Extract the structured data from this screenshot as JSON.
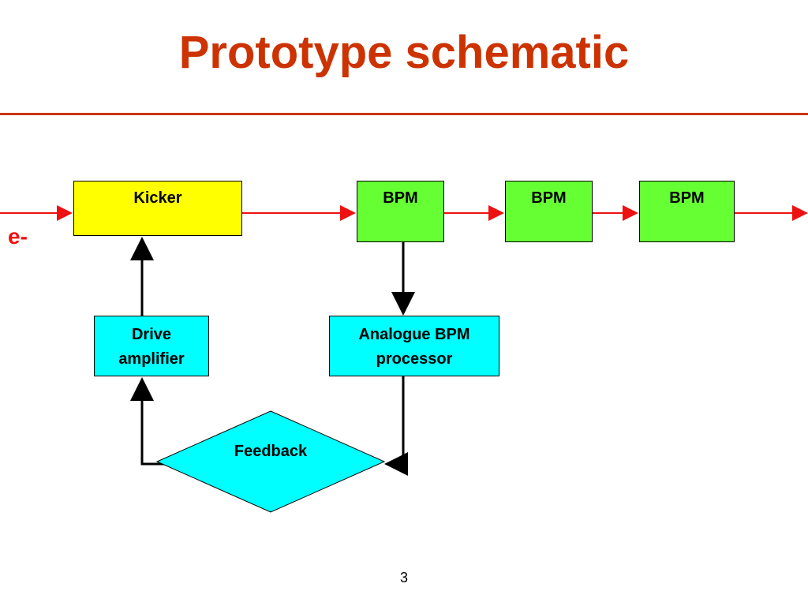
{
  "slide": {
    "title": "Prototype schematic",
    "page_number": "3"
  },
  "diagram": {
    "particle_label": "e-",
    "nodes": {
      "kicker": "Kicker",
      "bpm_1": "BPM",
      "bpm_2": "BPM",
      "bpm_3": "BPM",
      "drive_amplifier": [
        "Drive",
        "amplifier"
      ],
      "analogue_processor": [
        "Analogue BPM",
        "processor"
      ],
      "feedback": "Feedback"
    },
    "colors": {
      "title": "#cc3300",
      "beamline": "#ee1111",
      "kicker_fill": "#ffff00",
      "bpm_fill": "#66ff33",
      "processing_fill": "#00ffff",
      "connector": "#000000"
    }
  }
}
